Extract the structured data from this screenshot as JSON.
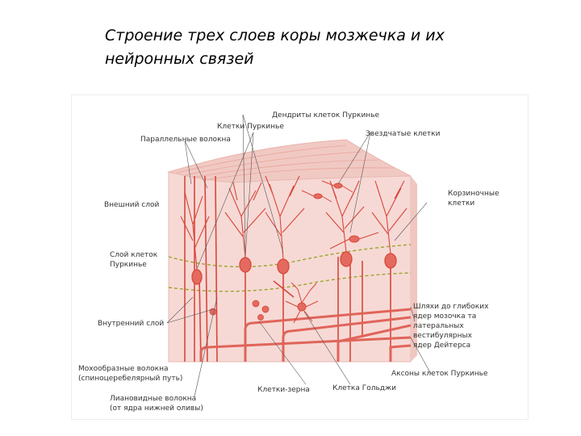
{
  "title": {
    "line1": "Строение трех слоев коры мозжечка и их",
    "line2": "нейронных связей"
  },
  "labels": {
    "purkinje_dendrites": "Дендриты клеток Пуркинье",
    "purkinje_cells": "Клетки Пуркинье",
    "parallel_fibers": "Параллельные волокна",
    "stellate_cells": "Звездчатые клетки",
    "outer_layer": "Внешний слой",
    "basket_cells_1": "Корзиночные",
    "basket_cells_2": "клетки",
    "purkinje_layer_1": "Слой клеток",
    "purkinje_layer_2": "Пуркинье",
    "inner_layer": "Внутренний слой",
    "pathways_1": "Шляхи до глибоких",
    "pathways_2": "ядер мозочка та",
    "pathways_3": "латеральных",
    "pathways_4": "вестибулярных",
    "pathways_5": "ядер Дейтерса",
    "mossy_fibers_1": "Мохообразные волокна",
    "mossy_fibers_2": "(спиноцеребелярный путь)",
    "purkinje_axons": "Аксоны клеток Пуркинье",
    "granule_cells": "Клетки-зерна",
    "golgi_cell": "Клетка Гольджи",
    "climbing_fibers_1": "Лиановидные волокна",
    "climbing_fibers_2": "(от ядра нижней оливы)"
  },
  "colors": {
    "tissue": "#f6d9d5",
    "tissue_top": "#f1c9c3",
    "neuron": "#d9463b",
    "fiber": "#e0645a",
    "layer_boundary": "#9aa52a"
  }
}
